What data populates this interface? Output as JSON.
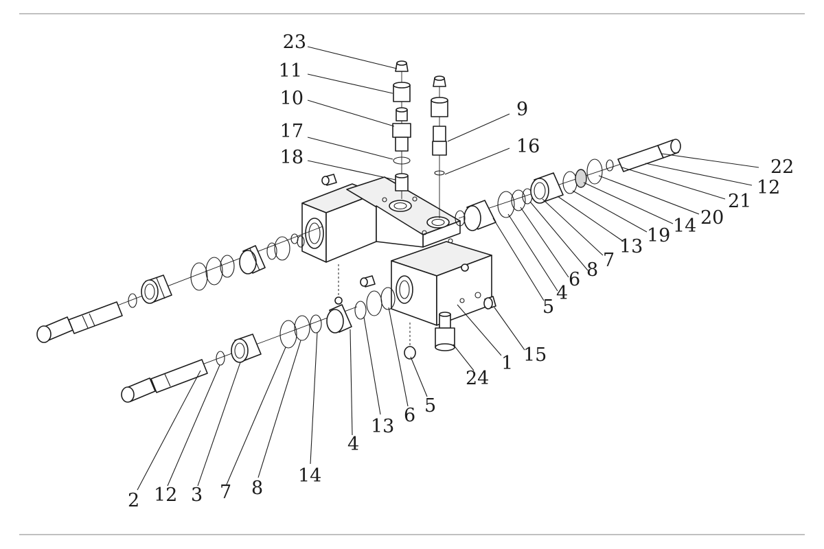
{
  "labels": {
    "p1": "1",
    "p2": "2",
    "p3": "3",
    "p4_right": "4",
    "p4_lower": "4",
    "p5_right": "5",
    "p5_lower": "5",
    "p6_right": "6",
    "p6_lower": "6",
    "p7_left": "7",
    "p7_right": "7",
    "p8_left": "8",
    "p8_right": "8",
    "p9": "9",
    "p10": "10",
    "p11": "11",
    "p12_left": "12",
    "p12_right": "12",
    "p13_right": "13",
    "p13_lower": "13",
    "p14_left": "14",
    "p14_right": "14",
    "p15": "15",
    "p16": "16",
    "p17": "17",
    "p18": "18",
    "p19": "19",
    "p20": "20",
    "p21": "21",
    "p22": "22",
    "p23": "23",
    "p24": "24"
  }
}
